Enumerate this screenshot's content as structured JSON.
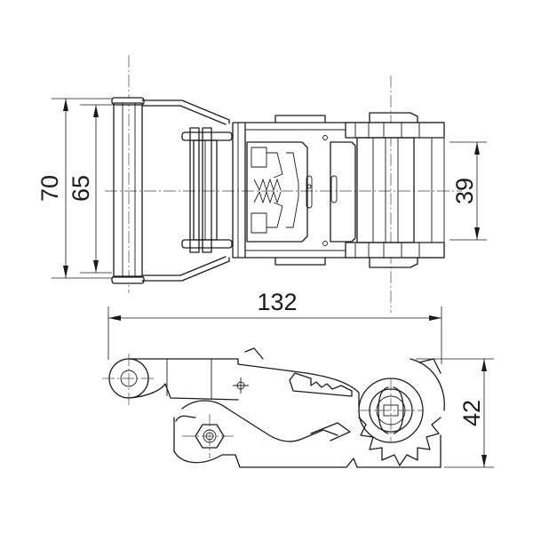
{
  "dimensions": {
    "overall_height": "70",
    "inner_height": "65",
    "base_width": "39",
    "overall_length": "132",
    "side_height": "42"
  }
}
